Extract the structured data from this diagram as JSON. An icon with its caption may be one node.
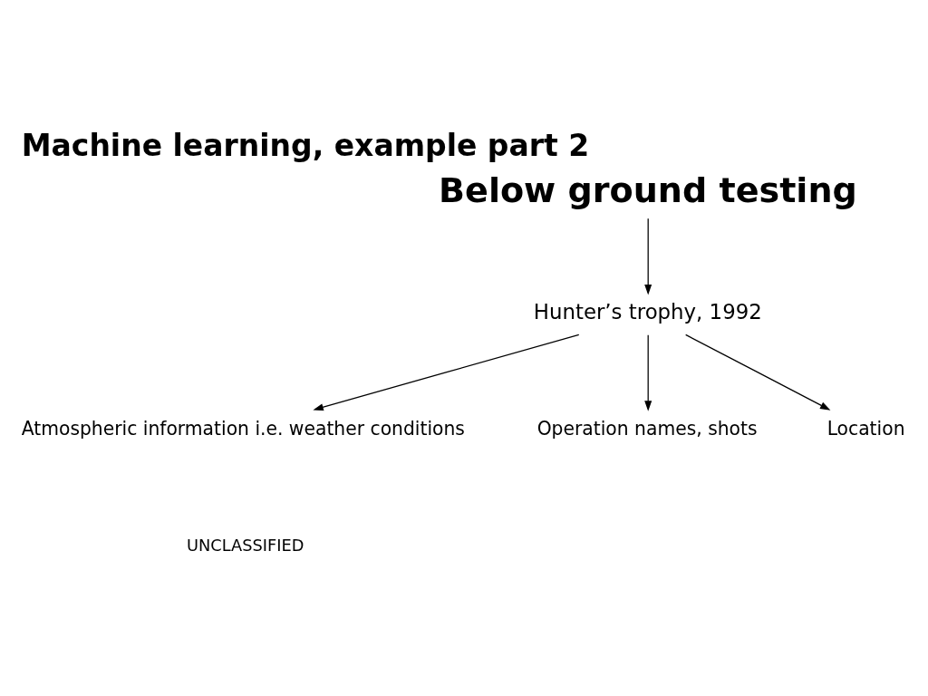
{
  "diagram": {
    "title": "Machine learning, example part 2",
    "nodes": [
      {
        "text": [
          "Below ground testing"
        ]
      },
      {
        "text": [
          "Hunter’s trophy, 1992"
        ]
      },
      {
        "text": [
          "Atmospheric information i.e. weather conditions"
        ]
      },
      {
        "text": [
          "Operation names, shots"
        ]
      },
      {
        "text": [
          "Location"
        ]
      }
    ],
    "edges": [
      {
        "from": 0,
        "to": 1,
        "arrow": "to"
      },
      {
        "from": 1,
        "to": 2,
        "arrow": "to"
      },
      {
        "from": 1,
        "to": 3,
        "arrow": "to"
      },
      {
        "from": 1,
        "to": 4,
        "arrow": "to"
      }
    ],
    "labels": [
      "UNCLASSIFIED"
    ]
  }
}
